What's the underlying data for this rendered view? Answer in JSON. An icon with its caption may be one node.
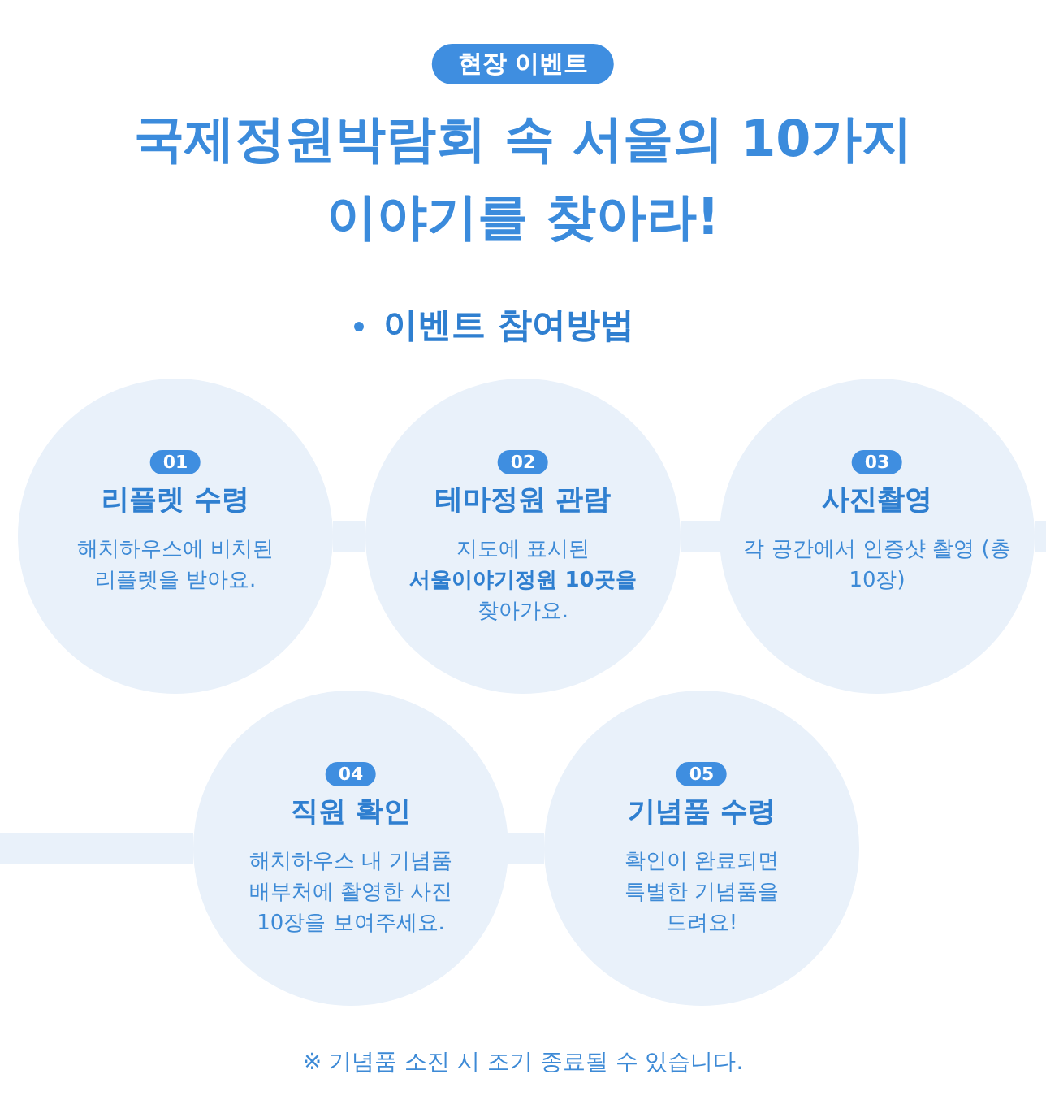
{
  "diagram": {
    "title": "국제정원박람회 속 서울의 10가지 이야기를 찾아라!",
    "nodes": [
      {
        "text": [
          "01",
          "리플렛 수령",
          "해치하우스에 비치된 리플렛을 받아요."
        ]
      },
      {
        "text": [
          "02",
          "테마정원 관람",
          "지도에 표시된 **서울이야기정원 10곳을** 찾아가요."
        ]
      },
      {
        "text": [
          "03",
          "사진촬영",
          "각 공간에서 인증샷 촬영 (총 10장)"
        ]
      },
      {
        "text": [
          "04",
          "직원 확인",
          "해치하우스 내 기념품 배부처에 촬영한 사진 10장을 보여주세요."
        ]
      },
      {
        "text": [
          "05",
          "기념품 수령",
          "확인이 완료되면 특별한 기념품을 드려요!"
        ]
      }
    ],
    "edges": [
      {
        "from": 0,
        "to": 1,
        "arrow": "none"
      },
      {
        "from": 1,
        "to": 2,
        "arrow": "none"
      },
      {
        "from": 2,
        "to": null,
        "arrow": "none"
      },
      {
        "from": null,
        "to": 3,
        "arrow": "none"
      },
      {
        "from": 3,
        "to": 4,
        "arrow": "none"
      }
    ],
    "labels": [
      "현장 이벤트",
      "이벤트 참여방법",
      "※ 기념품 소진 시 조기 종료될 수 있습니다."
    ]
  }
}
